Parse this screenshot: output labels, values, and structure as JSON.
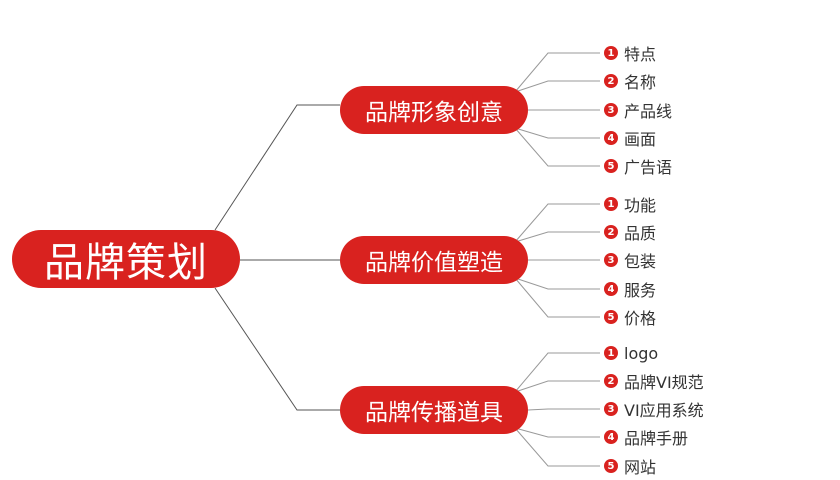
{
  "root": "品牌策划",
  "accent": "#d9221f",
  "branches": [
    {
      "label": "品牌形象创意",
      "items": [
        {
          "num": "1",
          "text": "特点"
        },
        {
          "num": "2",
          "text": "名称"
        },
        {
          "num": "3",
          "text": "产品线"
        },
        {
          "num": "4",
          "text": "画面"
        },
        {
          "num": "5",
          "text": "广告语"
        }
      ]
    },
    {
      "label": "品牌价值塑造",
      "items": [
        {
          "num": "1",
          "text": "功能"
        },
        {
          "num": "2",
          "text": "品质"
        },
        {
          "num": "3",
          "text": "包装"
        },
        {
          "num": "4",
          "text": "服务"
        },
        {
          "num": "5",
          "text": "价格"
        }
      ]
    },
    {
      "label": "品牌传播道具",
      "items": [
        {
          "num": "1",
          "text": "logo"
        },
        {
          "num": "2",
          "text": "品牌VI规范"
        },
        {
          "num": "3",
          "text": "VI应用系统"
        },
        {
          "num": "4",
          "text": "品牌手册"
        },
        {
          "num": "5",
          "text": "网站"
        }
      ]
    }
  ]
}
